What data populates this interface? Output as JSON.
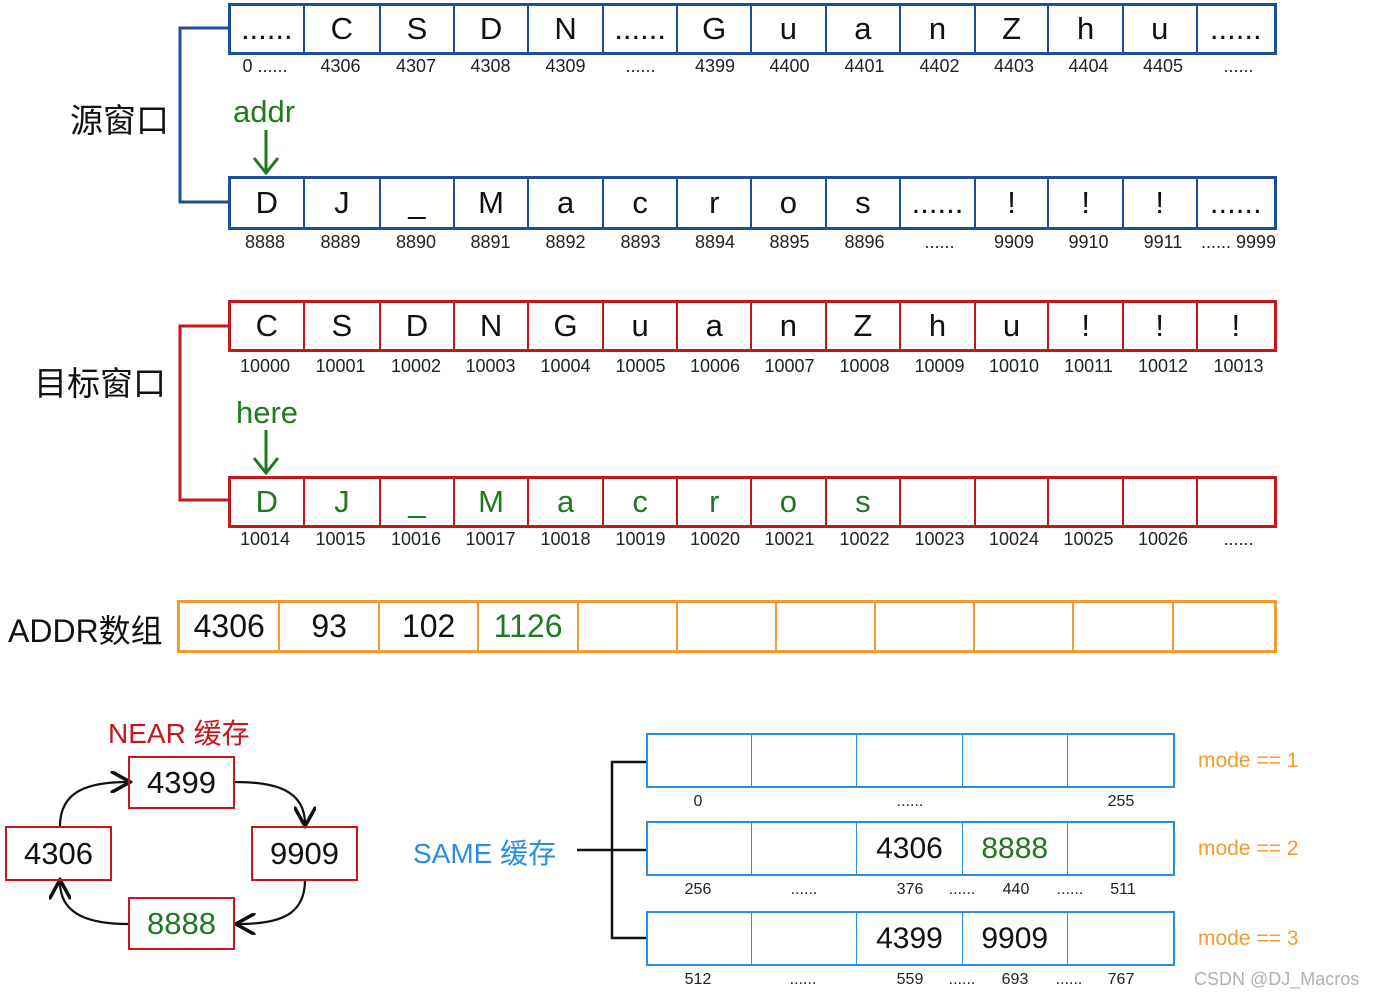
{
  "labels": {
    "source_window": "源窗口",
    "target_window": "目标窗口",
    "addr_array": "ADDR数组",
    "near_cache": "NEAR 缓存",
    "same_cache": "SAME 缓存",
    "addr_pointer": "addr",
    "here_pointer": "here",
    "watermark": "CSDN @DJ_Macros"
  },
  "source_row1": {
    "cells": [
      "......",
      "C",
      "S",
      "D",
      "N",
      "......",
      "G",
      "u",
      "a",
      "n",
      "Z",
      "h",
      "u",
      "......"
    ],
    "indices": [
      "0 ......",
      "4306",
      "4307",
      "4308",
      "4309",
      "......",
      "4399",
      "4400",
      "4401",
      "4402",
      "4403",
      "4404",
      "4405",
      "......"
    ]
  },
  "source_row2": {
    "cells": [
      "D",
      "J",
      "_",
      "M",
      "a",
      "c",
      "r",
      "o",
      "s",
      "......",
      "!",
      "!",
      "!",
      "......"
    ],
    "indices": [
      "8888",
      "8889",
      "8890",
      "8891",
      "8892",
      "8893",
      "8894",
      "8895",
      "8896",
      "......",
      "9909",
      "9910",
      "9911",
      "...... 9999"
    ]
  },
  "target_row1": {
    "cells": [
      "C",
      "S",
      "D",
      "N",
      "G",
      "u",
      "a",
      "n",
      "Z",
      "h",
      "u",
      "!",
      "!",
      "!"
    ],
    "indices": [
      "10000",
      "10001",
      "10002",
      "10003",
      "10004",
      "10005",
      "10006",
      "10007",
      "10008",
      "10009",
      "10010",
      "10011",
      "10012",
      "10013"
    ]
  },
  "target_row2": {
    "cells": [
      "D",
      "J",
      "_",
      "M",
      "a",
      "c",
      "r",
      "o",
      "s",
      "",
      "",
      "",
      "",
      ""
    ],
    "indices": [
      "10014",
      "10015",
      "10016",
      "10017",
      "10018",
      "10019",
      "10020",
      "10021",
      "10022",
      "10023",
      "10024",
      "10025",
      "10026",
      "......"
    ]
  },
  "addr_array": {
    "cells": [
      "4306",
      "93",
      "102",
      "1126",
      "",
      "",
      "",
      "",
      "",
      "",
      ""
    ]
  },
  "near_cache": {
    "top": "4399",
    "left": "4306",
    "right": "9909",
    "bottom": "8888"
  },
  "same_cache": {
    "rows": [
      {
        "mode": "mode == 1",
        "cells": [
          "",
          "",
          "",
          "",
          ""
        ],
        "indices": [
          "0",
          "......",
          "255"
        ]
      },
      {
        "mode": "mode == 2",
        "cells": [
          "",
          "",
          "4306",
          "8888",
          ""
        ],
        "indices": [
          "256",
          "......",
          "376",
          "......",
          "440",
          "......",
          "511"
        ]
      },
      {
        "mode": "mode == 3",
        "cells": [
          "",
          "",
          "4399",
          "9909",
          ""
        ],
        "indices": [
          "512",
          "......",
          "559",
          "......",
          "693",
          "......",
          "767"
        ]
      }
    ]
  },
  "colors": {
    "blue": "#1d4e9a",
    "red": "#c8161d",
    "green": "#1f7a1f",
    "orange": "#f39a34",
    "sky": "#2a8ee0"
  }
}
